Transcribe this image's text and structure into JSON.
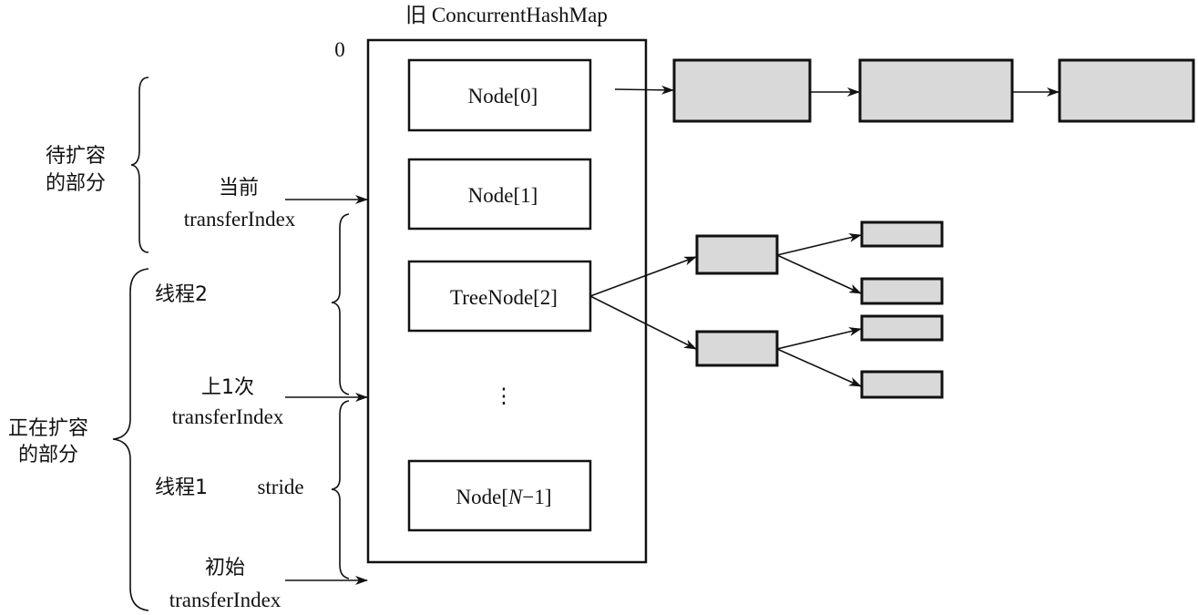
{
  "title": "旧 ConcurrentHashMap",
  "index_zero": "0",
  "table": {
    "slots": [
      {
        "label": "Node[0]"
      },
      {
        "label": "Node[1]"
      },
      {
        "label": "TreeNode[2]"
      },
      {
        "label_prefix": "Node[",
        "label_italic": "N",
        "label_suffix": "−1]"
      }
    ],
    "ellipsis": "⋮"
  },
  "left_groups": {
    "pending": {
      "line1": "待扩容",
      "line2": "的部分"
    },
    "in_progress": {
      "line1": "正在扩容",
      "line2": "的部分"
    }
  },
  "pointers": {
    "current": {
      "line1": "当前",
      "line2": "transferIndex"
    },
    "previous": {
      "line1": "上1次",
      "line2": "transferIndex"
    },
    "initial": {
      "line1": "初始",
      "line2": "transferIndex"
    }
  },
  "threads": {
    "thread2": "线程2",
    "thread1": "线程1",
    "stride": "stride"
  },
  "colors": {
    "node_fill": "#d9d9d9",
    "stroke": "#111111"
  }
}
